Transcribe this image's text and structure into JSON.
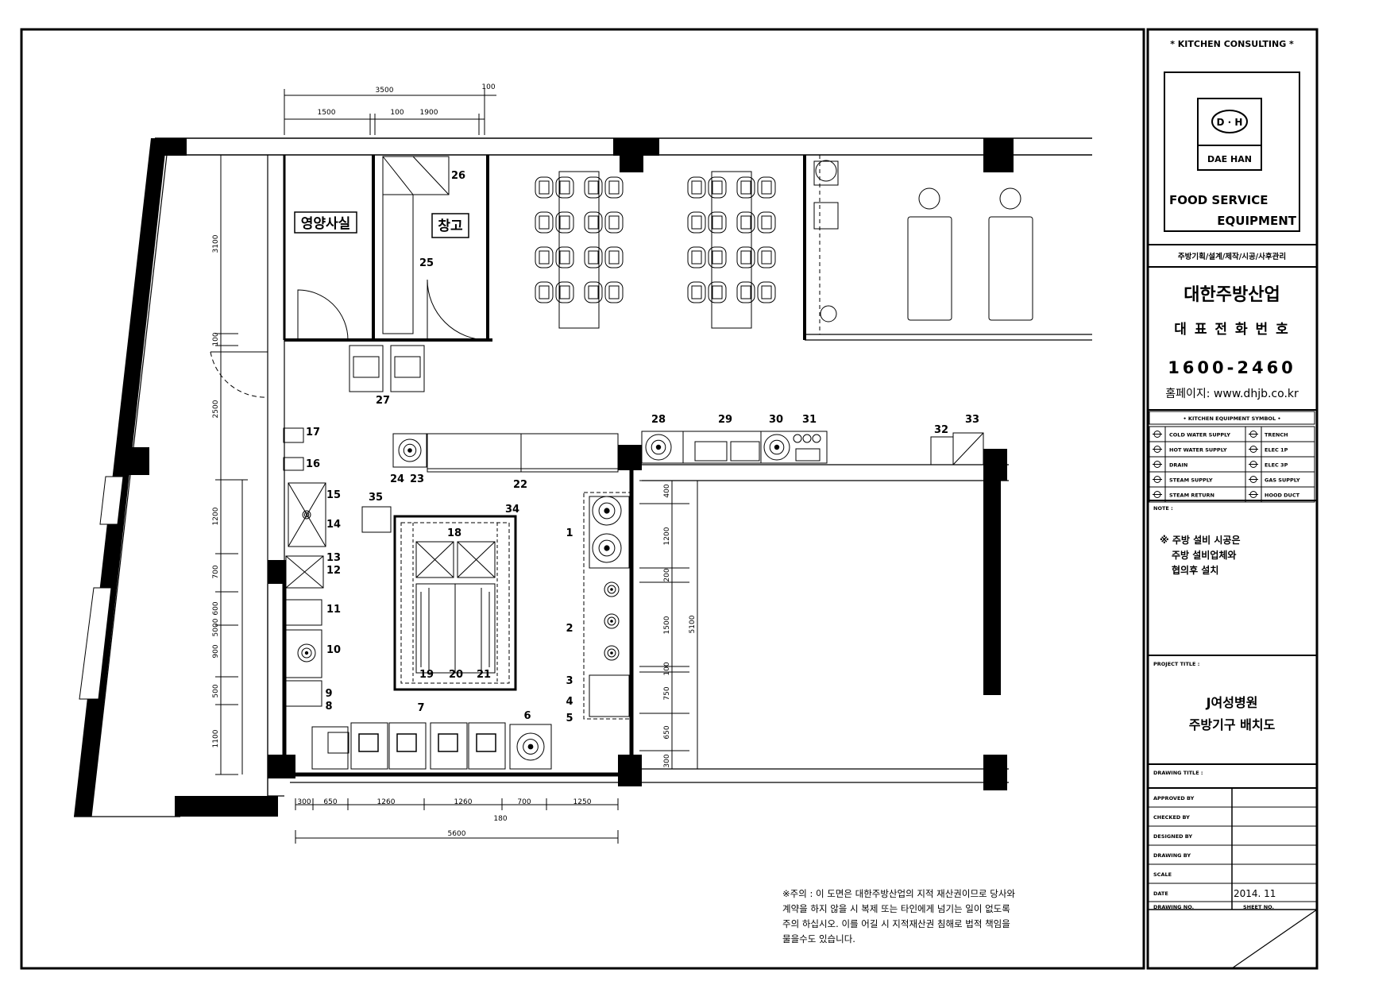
{
  "room_labels": {
    "nutrition_office": "영양사실",
    "storage": "창고"
  },
  "dimensions": {
    "top": [
      "3500",
      "100",
      "1500",
      "100",
      "1900"
    ],
    "left": [
      "3100",
      "100",
      "2500",
      "1200",
      "700",
      "600",
      "900",
      "500",
      "1100",
      "5000"
    ],
    "bottom": [
      "300",
      "650",
      "1260",
      "1260",
      "700",
      "1250",
      "180",
      "5600"
    ],
    "right_inner": [
      "400",
      "1200",
      "200",
      "1500",
      "100",
      "750",
      "650",
      "300"
    ],
    "right_total": "5100"
  },
  "equipment_numbers": [
    "1",
    "2",
    "3",
    "4",
    "5",
    "6",
    "7",
    "8",
    "9",
    "10",
    "11",
    "12",
    "13",
    "14",
    "15",
    "16",
    "17",
    "18",
    "19",
    "20",
    "21",
    "22",
    "23",
    "24",
    "25",
    "26",
    "27",
    "28",
    "29",
    "30",
    "31",
    "32",
    "33",
    "34",
    "35"
  ],
  "title_block": {
    "header": "* KITCHEN CONSULTING *",
    "logo_mark": "D · H",
    "logo_name": "DAE HAN",
    "food_service": "FOOD SERVICE",
    "equipment": "EQUIPMENT",
    "services": "주방기획/설계/제작/시공/사후관리",
    "company": "대한주방산업",
    "phone_label": "대 표 전 화 번 호",
    "phone": "1600-2460",
    "homepage": "홈페이지: www.dhjb.co.kr",
    "symbol_header": "• KITCHEN EQUIPMENT SYMBOL •",
    "symbols": [
      {
        "left": "COLD WATER SUPPLY",
        "right": "TRENCH"
      },
      {
        "left": "HOT WATER SUPPLY",
        "right": "ELEC 1P"
      },
      {
        "left": "DRAIN",
        "right": "ELEC 3P"
      },
      {
        "left": "STEAM SUPPLY",
        "right": "GAS SUPPLY"
      },
      {
        "left": "STEAM RETURN",
        "right": "HOOD DUCT"
      }
    ],
    "note_label": "NOTE :",
    "note_lines": [
      "※ 주방 설비 시공은",
      "주방 설비업체와",
      "협의후 설치"
    ],
    "project_label": "PROJECT TITLE :",
    "project_line1": "J여성병원",
    "project_line2": "주방기구 배치도",
    "drawing_title_label": "DRAWING TITLE :",
    "approved_by": "APPROVED BY",
    "checked_by": "CHECKED BY",
    "designed_by": "DESIGNED BY",
    "drawing_by": "DRAWING BY",
    "scale": "SCALE",
    "date_label": "DATE",
    "date_value": "2014. 11",
    "drawing_no": "DRAWING NO.",
    "sheet_no": "SHEET NO."
  },
  "notice_lines": [
    "※주의 : 이 도면은 대한주방산업의 지적 재산권이므로 당사와",
    "계약을 하지 않을 시 복제 또는 타인에게 넘기는 일이 없도록",
    "주의 하십시오. 이를 어길 시 지적재산권 침해로 법적 책임을",
    "물을수도 있습니다."
  ]
}
